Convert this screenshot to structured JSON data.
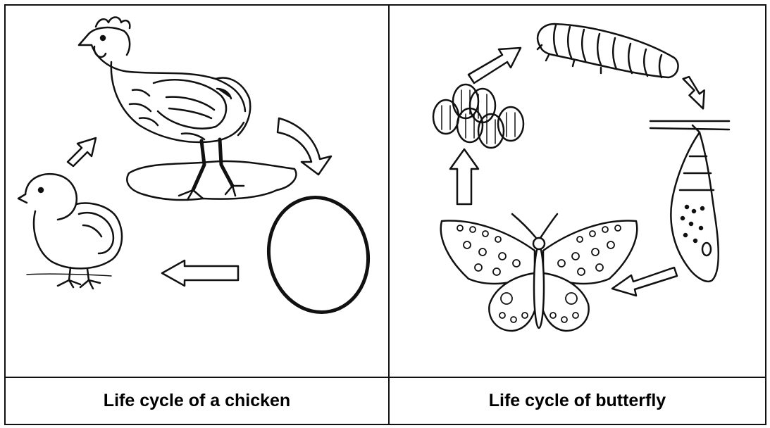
{
  "panels": [
    {
      "caption": "Life cycle of a chicken",
      "stages": [
        "hen",
        "egg",
        "chick"
      ]
    },
    {
      "caption": "Life cycle of butterfly",
      "stages": [
        "eggs",
        "caterpillar",
        "pupa",
        "butterfly"
      ]
    }
  ]
}
